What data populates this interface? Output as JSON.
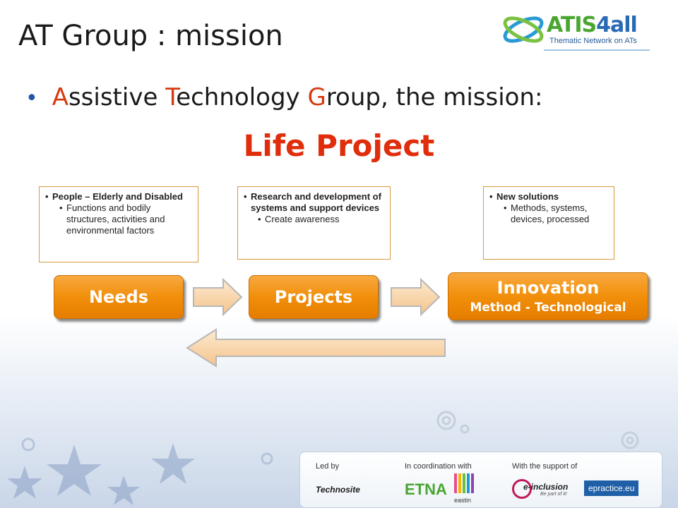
{
  "header": {
    "title": "AT Group :  mission",
    "logo_brand": "ATIS",
    "logo_num": "4all",
    "logo_subtitle": "Thematic Network on ATs"
  },
  "bullet": {
    "a1": "A",
    "a2": "ssistive ",
    "t1": "T",
    "t2": "echnology ",
    "g1": "G",
    "g2": "roup, the mission:"
  },
  "life_project": "Life Project",
  "notes": {
    "needs": {
      "l1": "People – Elderly and Disabled",
      "l2": "Functions and bodily structures, activities and environmental factors"
    },
    "projects": {
      "l1": "Research and development of systems and support devices",
      "l2": "Create awareness"
    },
    "innovation": {
      "l1": "New solutions",
      "l2": "Methods, systems, devices, processed"
    }
  },
  "boxes": {
    "needs": "Needs",
    "projects": "Projects",
    "innovation": "Innovation",
    "innovation_sub": "Method - Technological"
  },
  "footer": {
    "led_by": "Led by",
    "coordination": "In coordination with",
    "support": "With the support of",
    "technosite": "Technosite",
    "etna": "ETNA",
    "eastin": "eastin",
    "einclusion": "e-inclusion",
    "einclusion_tag": "Be part of it!",
    "epractice": "epractice.eu"
  },
  "colors": {
    "accent_orange": "#f18f0a",
    "title_red": "#e02d0c",
    "highlight_letter": "#d63b0d",
    "bullet_blue": "#2255aa"
  }
}
